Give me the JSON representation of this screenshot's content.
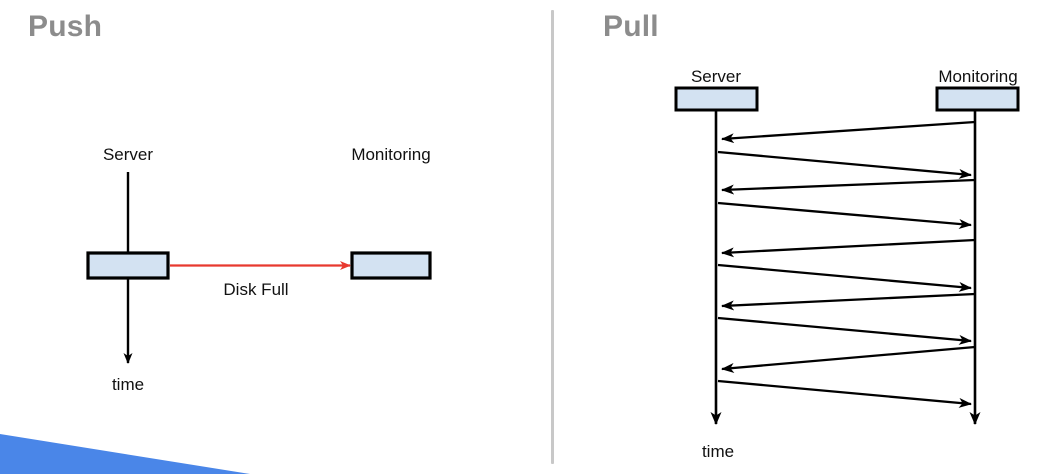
{
  "slide": {
    "background_color": "#ffffff",
    "accent_color": "#4a86e8",
    "title_color": "#8c8c8c",
    "divider_color": "#c8c8c8",
    "node_fill_color": "#d3e2f2",
    "node_stroke_color": "#000000",
    "push_arrow_color": "#e8392f"
  },
  "panels": [
    {
      "id": "push",
      "title": "Push",
      "actors": [
        {
          "name": "Server",
          "label": "Server"
        },
        {
          "name": "Monitoring",
          "label": "Monitoring"
        }
      ],
      "time_axis_label": "time",
      "messages": [
        {
          "label": "Disk Full",
          "from": "Server",
          "to": "Monitoring",
          "direction": "right",
          "color": "#e8392f"
        }
      ]
    },
    {
      "id": "pull",
      "title": "Pull",
      "actors": [
        {
          "name": "Server",
          "label": "Server"
        },
        {
          "name": "Monitoring",
          "label": "Monitoring"
        }
      ],
      "time_axis_label": "time",
      "message_count": 10,
      "messages": [
        {
          "index": 1,
          "from": "Monitoring",
          "to": "Server",
          "direction": "left",
          "label": ""
        },
        {
          "index": 2,
          "from": "Server",
          "to": "Monitoring",
          "direction": "right",
          "label": ""
        },
        {
          "index": 3,
          "from": "Monitoring",
          "to": "Server",
          "direction": "left",
          "label": ""
        },
        {
          "index": 4,
          "from": "Server",
          "to": "Monitoring",
          "direction": "right",
          "label": ""
        },
        {
          "index": 5,
          "from": "Monitoring",
          "to": "Server",
          "direction": "left",
          "label": ""
        },
        {
          "index": 6,
          "from": "Server",
          "to": "Monitoring",
          "direction": "right",
          "label": ""
        },
        {
          "index": 7,
          "from": "Monitoring",
          "to": "Server",
          "direction": "left",
          "label": ""
        },
        {
          "index": 8,
          "from": "Server",
          "to": "Monitoring",
          "direction": "right",
          "label": ""
        },
        {
          "index": 9,
          "from": "Monitoring",
          "to": "Server",
          "direction": "left",
          "label": ""
        },
        {
          "index": 10,
          "from": "Server",
          "to": "Monitoring",
          "direction": "right",
          "label": ""
        }
      ]
    }
  ]
}
